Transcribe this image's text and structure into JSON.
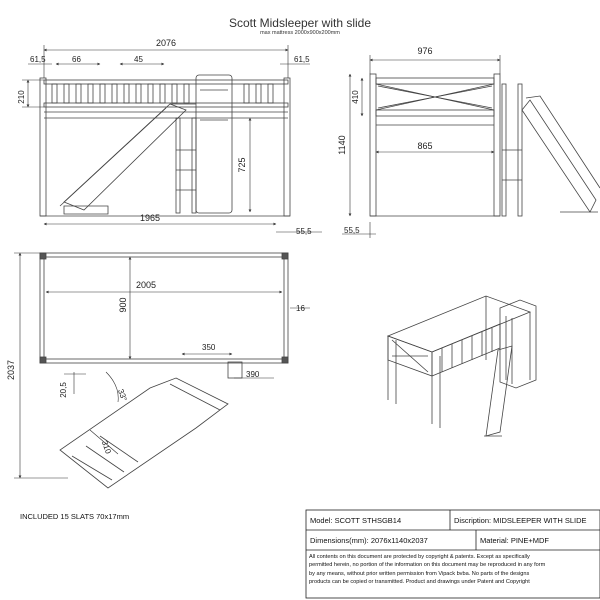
{
  "title": "Scott Midsleeper with slide",
  "subtitle": "max mattress 2000x900x200mm",
  "dims": {
    "front_total_width": "2076",
    "front_left_offset": "61,5",
    "front_right_offset": "61,5",
    "front_slat_gap_a": "66",
    "front_slat_gap_b": "45",
    "front_guard_height": "210",
    "front_inner_height": "725",
    "front_bottom_width": "1965",
    "front_right_bottom": "55,5",
    "side_width": "976",
    "side_guard_height": "410",
    "side_total_height": "1140",
    "side_inner_width": "865",
    "side_bottom": "55,5",
    "top_inner_length": "2005",
    "top_inner_width": "900",
    "top_side_gap": "16",
    "top_total_length": "2037",
    "top_slide_offset": "350",
    "top_slide_step": "390",
    "top_bottom_gap": "20,5",
    "slide_angle": "33°",
    "slide_width": "310"
  },
  "notes": {
    "slats": "INCLUDED 15 SLATS  70x17mm"
  },
  "title_block": {
    "model": "Model: SCOTT STHSGB14",
    "description": "Discription: MIDSLEEPER WITH SLIDE",
    "dimensions": "Dimensions(mm): 2076x1140x2037",
    "material": "Material: PINE+MDF",
    "legal_lines": [
      "All contents on this document are protected by copyright & patents. Except as specifically",
      "permitted herein, no portion of the information on this document may be reproduced in any form",
      "by any means, without prior written permission from Vipack bvba. No parts of the designs",
      "products can be copied or transmitted. Product and drawings under Patent and Copyright"
    ]
  }
}
